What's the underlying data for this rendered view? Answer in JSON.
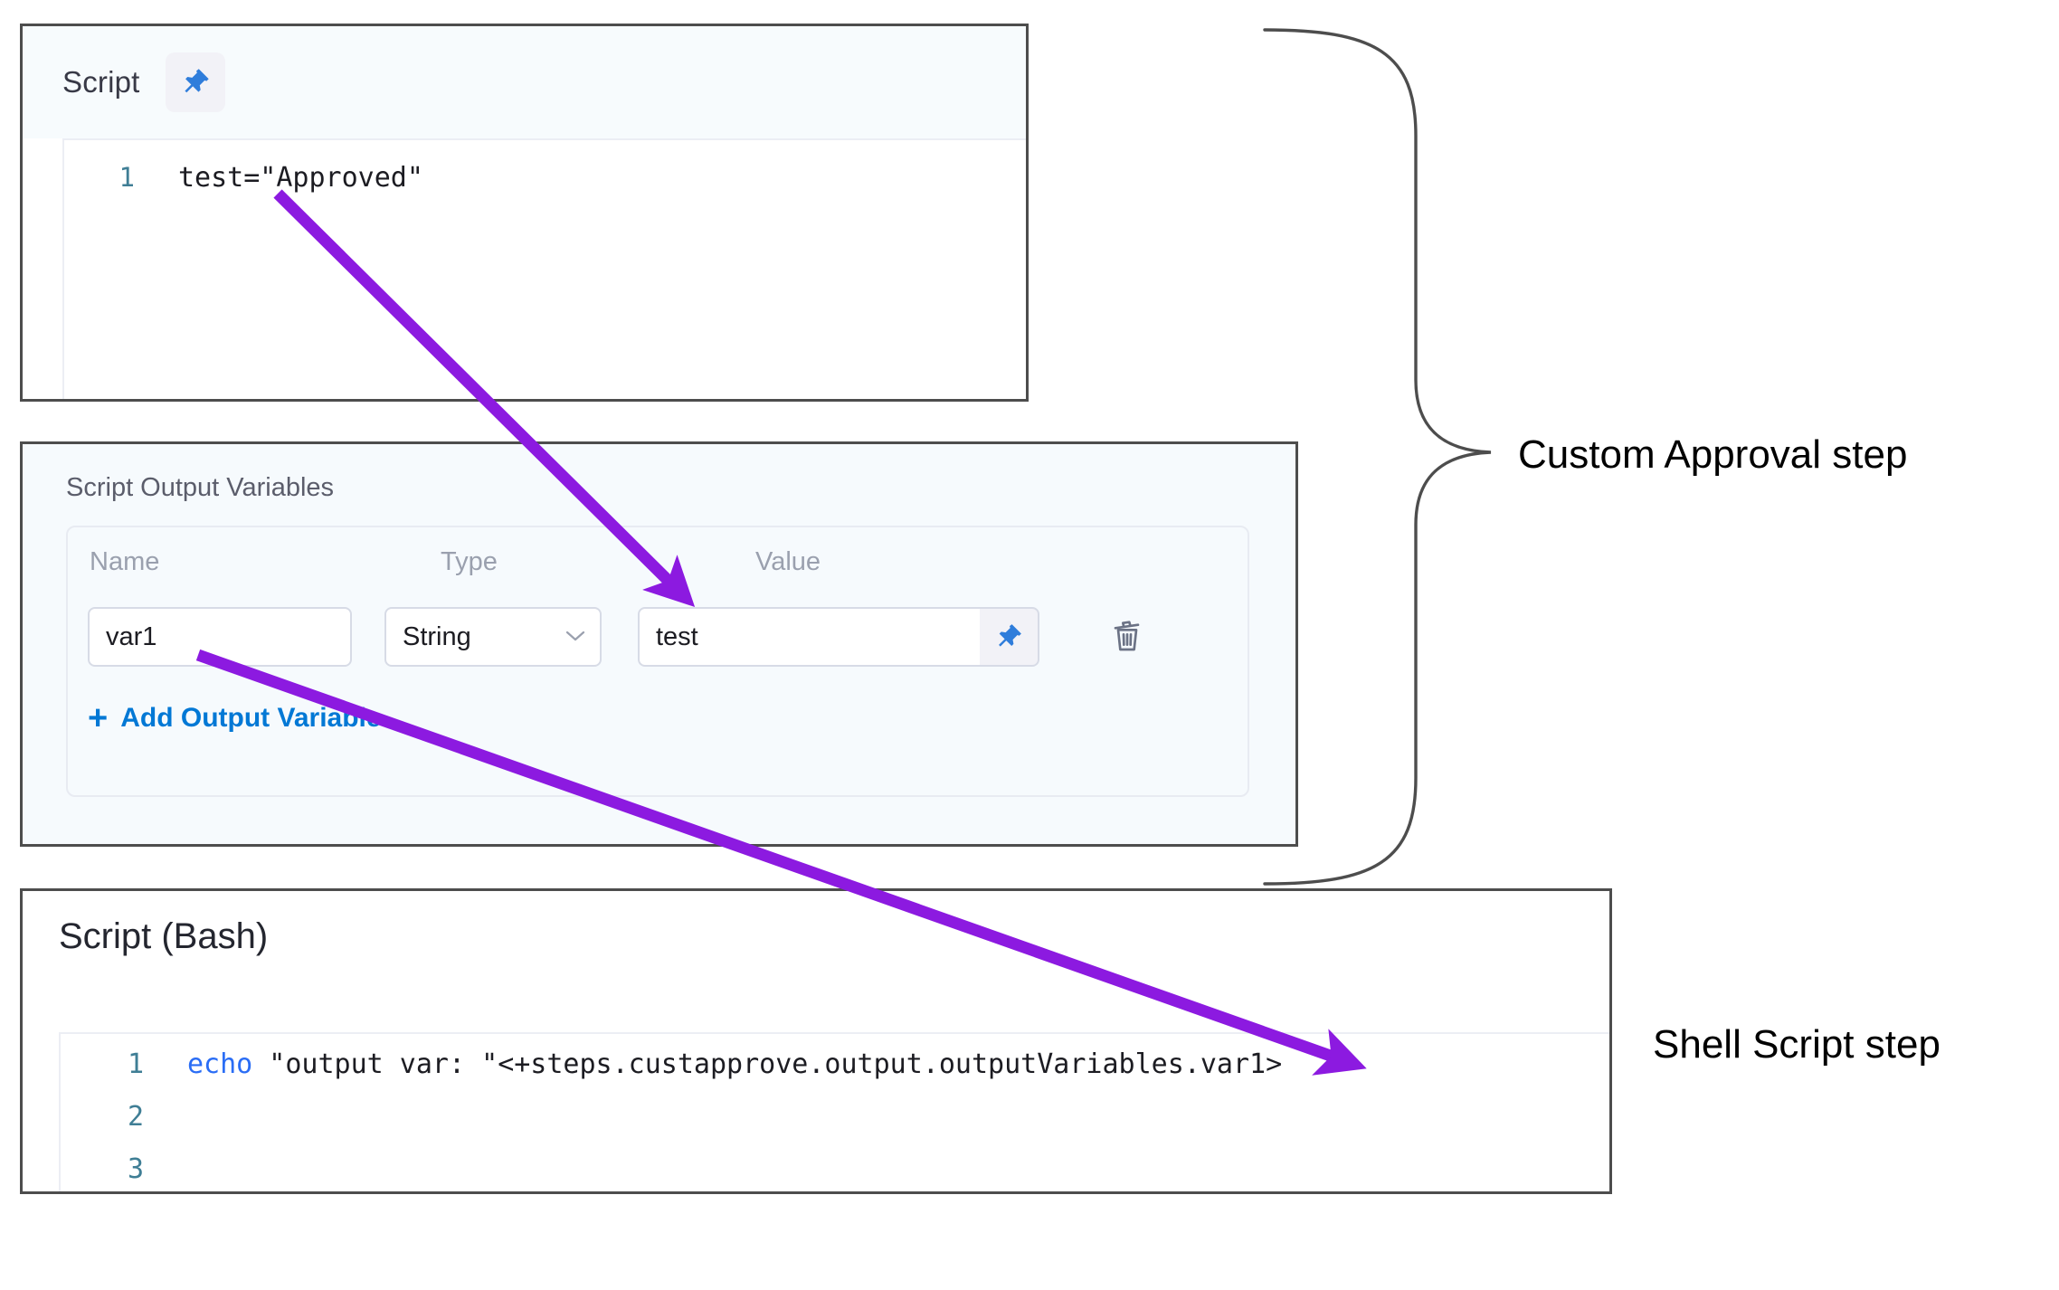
{
  "script_card": {
    "title": "Script",
    "pin_icon": "pin-icon",
    "code": {
      "lines": [
        {
          "number": "1",
          "text": "test=\"Approved\""
        }
      ]
    }
  },
  "output_variables_card": {
    "title": "Script Output Variables",
    "columns": [
      "Name",
      "Type",
      "Value"
    ],
    "rows": [
      {
        "name": "var1",
        "type": "String",
        "value": "test",
        "pin_icon": "pin-icon",
        "delete_icon": "trash-icon",
        "caret_icon": "chevron-down-icon"
      }
    ],
    "add_link": {
      "plus": "+",
      "label": "Add Output Variable"
    }
  },
  "bash_card": {
    "title": "Script (Bash)",
    "code": {
      "lines": [
        {
          "number": "1",
          "keyword": "echo",
          "string_part": " \"output var: \"",
          "expression": "<+steps.custapprove.output.outputVariables.var1>"
        },
        {
          "number": "2",
          "keyword": "",
          "string_part": "",
          "expression": ""
        },
        {
          "number": "3",
          "keyword": "",
          "string_part": "",
          "expression": ""
        }
      ]
    }
  },
  "annotations": {
    "custom_approval_step": "Custom Approval step",
    "shell_script_step": "Shell Script step",
    "arrow_color": "#8c1ae0",
    "brace_color": "#4d4d4d"
  }
}
